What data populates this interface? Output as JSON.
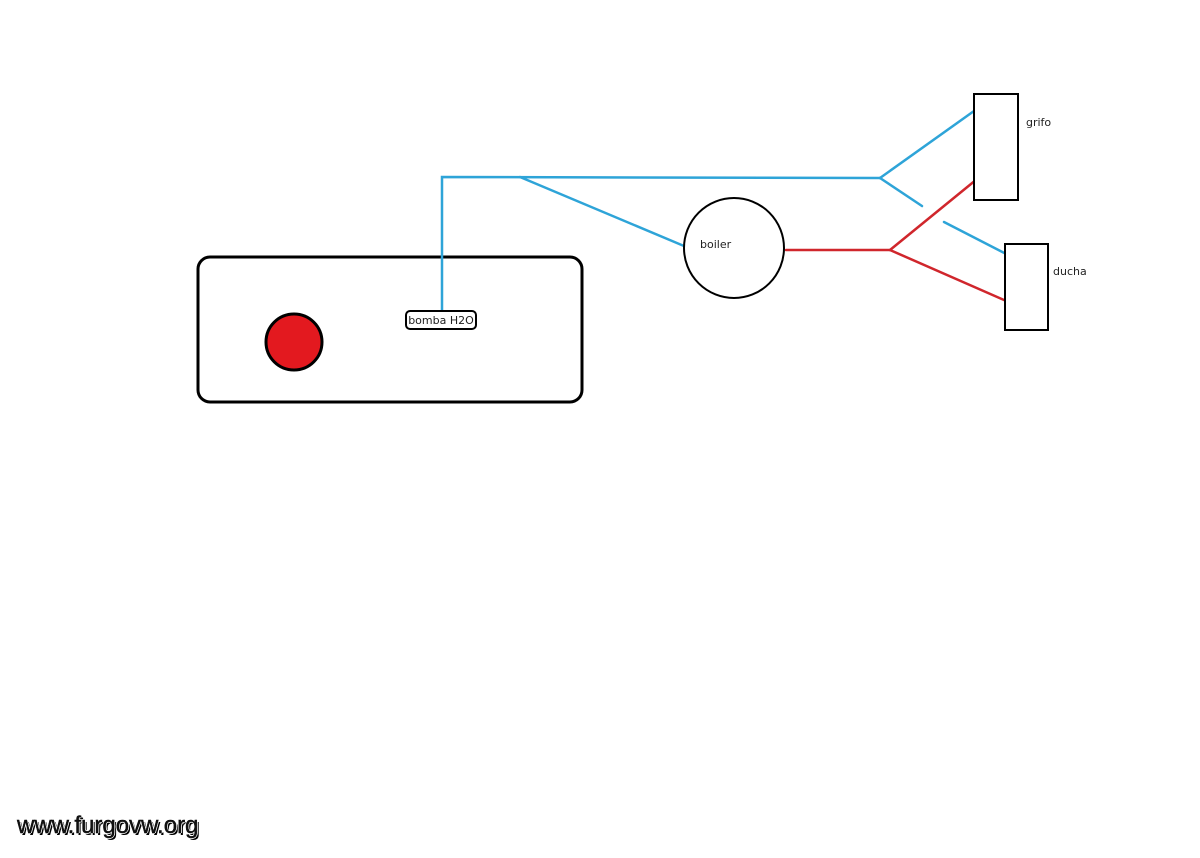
{
  "labels": {
    "pump": "bomba H2O",
    "boiler": "boiler",
    "tap": "grifo",
    "shower": "ducha"
  },
  "watermark": "www.furgovw.org",
  "colors": {
    "cold": "#2ea4d8",
    "hot": "#d0262c",
    "outline": "#000000",
    "tank_dot": "#e3191f"
  }
}
